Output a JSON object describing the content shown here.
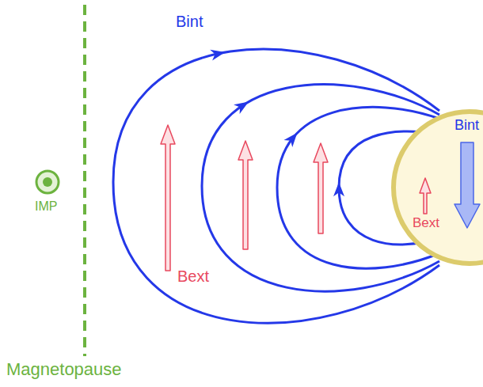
{
  "diagram": {
    "labels": [
      "Bint",
      "Bint",
      "IMP",
      "Bext",
      "Bext",
      "Magnetopause"
    ]
  }
}
